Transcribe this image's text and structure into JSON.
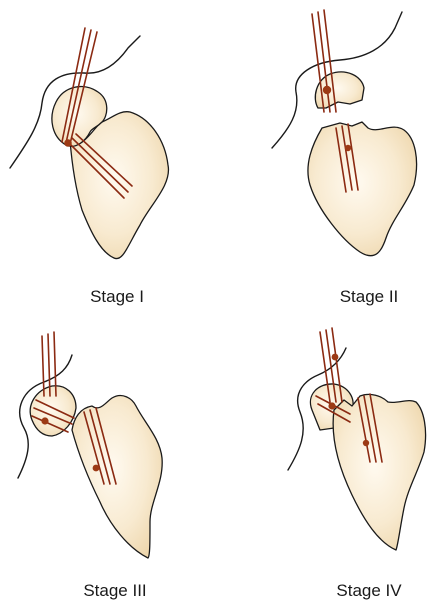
{
  "stages": [
    {
      "id": "stage-1",
      "caption": "Stage I"
    },
    {
      "id": "stage-2",
      "caption": "Stage II"
    },
    {
      "id": "stage-3",
      "caption": "Stage III"
    },
    {
      "id": "stage-4",
      "caption": "Stage IV"
    }
  ],
  "colors": {
    "bone_light": "#fffaf0",
    "bone_shade": "#ecd3a6",
    "line": "#8b2a12",
    "dot": "#9c3a15",
    "outline": "#1a1a1a"
  }
}
